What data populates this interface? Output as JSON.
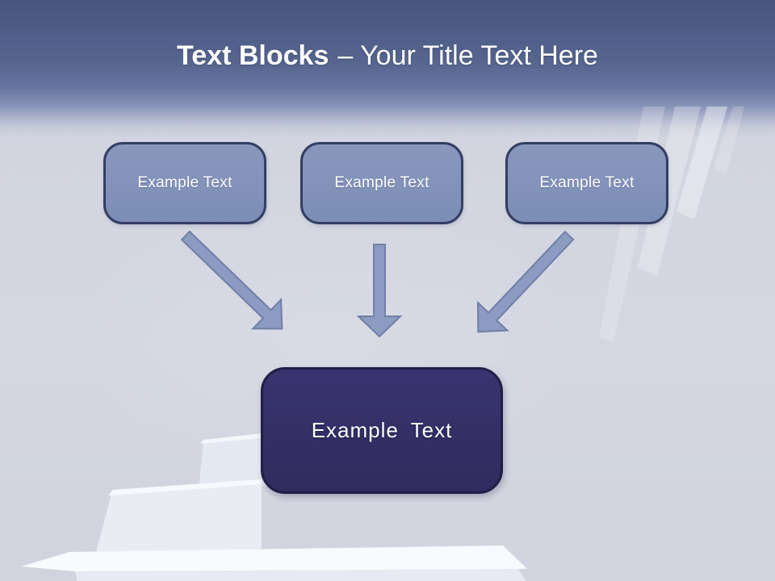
{
  "slide": {
    "title": {
      "bold": "Text Blocks",
      "rest": "– Your Title Text Here"
    },
    "blocks": {
      "source": [
        {
          "label": "Example Text"
        },
        {
          "label": "Example Text"
        },
        {
          "label": "Example Text"
        }
      ],
      "target": {
        "label": "Example Text"
      }
    },
    "icons": {
      "left": "arrow-down-right-icon",
      "middle": "arrow-down-icon",
      "right": "arrow-down-left-icon"
    },
    "colors": {
      "header_top": "#47567d",
      "header_mid": "#6675a0",
      "background": "#d4d7e1",
      "source_box_fill": "#8292b9",
      "source_box_border": "#333e63",
      "target_box_fill": "#343067",
      "target_box_border": "#211e45",
      "arrow_fill": "#8c9bc2",
      "arrow_outline": "#6f7fa7",
      "title_color": "#ffffff"
    }
  }
}
